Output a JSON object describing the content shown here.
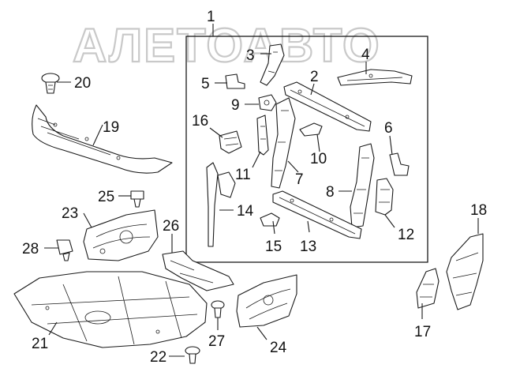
{
  "watermark": "АЛЕТОАВТО",
  "callouts": [
    {
      "id": "c1",
      "label": "1"
    },
    {
      "id": "c2",
      "label": "2"
    },
    {
      "id": "c3",
      "label": "3"
    },
    {
      "id": "c4",
      "label": "4"
    },
    {
      "id": "c5",
      "label": "5"
    },
    {
      "id": "c6",
      "label": "6"
    },
    {
      "id": "c7",
      "label": "7"
    },
    {
      "id": "c8",
      "label": "8"
    },
    {
      "id": "c9",
      "label": "9"
    },
    {
      "id": "c10",
      "label": "10"
    },
    {
      "id": "c11",
      "label": "11"
    },
    {
      "id": "c12",
      "label": "12"
    },
    {
      "id": "c13",
      "label": "13"
    },
    {
      "id": "c14",
      "label": "14"
    },
    {
      "id": "c15",
      "label": "15"
    },
    {
      "id": "c16",
      "label": "16"
    },
    {
      "id": "c17",
      "label": "17"
    },
    {
      "id": "c18",
      "label": "18"
    },
    {
      "id": "c19",
      "label": "19"
    },
    {
      "id": "c20",
      "label": "20"
    },
    {
      "id": "c21",
      "label": "21"
    },
    {
      "id": "c22",
      "label": "22"
    },
    {
      "id": "c23",
      "label": "23"
    },
    {
      "id": "c24",
      "label": "24"
    },
    {
      "id": "c25",
      "label": "25"
    },
    {
      "id": "c26",
      "label": "26"
    },
    {
      "id": "c27",
      "label": "27"
    },
    {
      "id": "c28",
      "label": "28"
    }
  ]
}
